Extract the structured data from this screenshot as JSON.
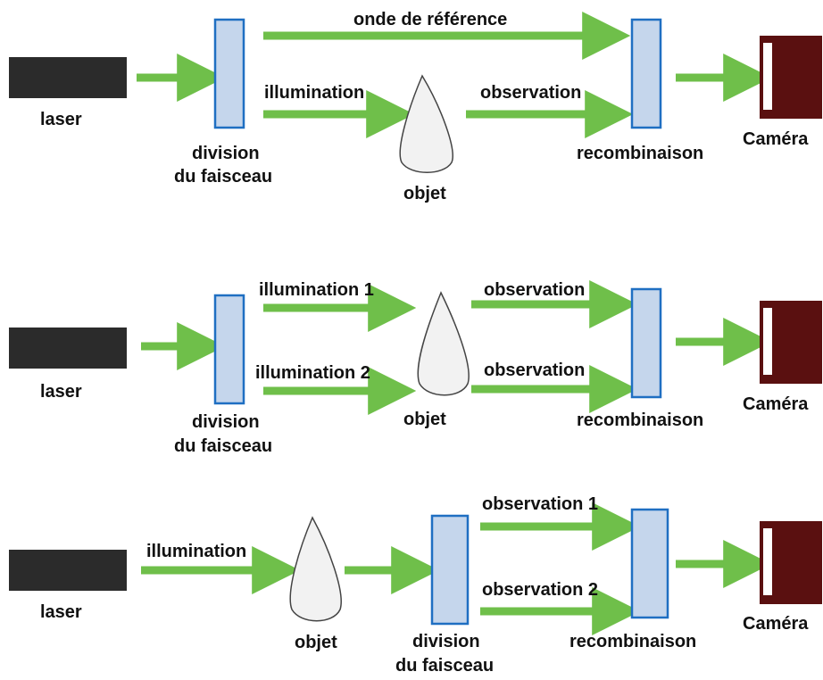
{
  "colors": {
    "laser": "#2b2b2b",
    "arrow": "#6fbf4a",
    "splitter_fill": "#c5d6ec",
    "splitter_stroke": "#1f6fc2",
    "camera_body": "#5a1010",
    "camera_window": "#ffffff",
    "object_fill": "#f2f2f2",
    "object_stroke": "#444444"
  },
  "icons": {
    "laser": "laser-source-icon",
    "splitter": "beam-splitter-icon",
    "object": "object-drop-icon",
    "camera": "camera-icon",
    "arrow": "beam-arrow-icon"
  },
  "labels": {
    "laser": "laser",
    "division_1": "division",
    "division_2": "du faisceau",
    "objet": "objet",
    "recombinaison": "recombinaison",
    "camera": "Caméra",
    "onde_reference": "onde de référence",
    "illumination": "illumination",
    "illumination_1": "illumination 1",
    "illumination_2": "illumination 2",
    "observation": "observation",
    "observation_1": "observation 1",
    "observation_2": "observation 2"
  }
}
